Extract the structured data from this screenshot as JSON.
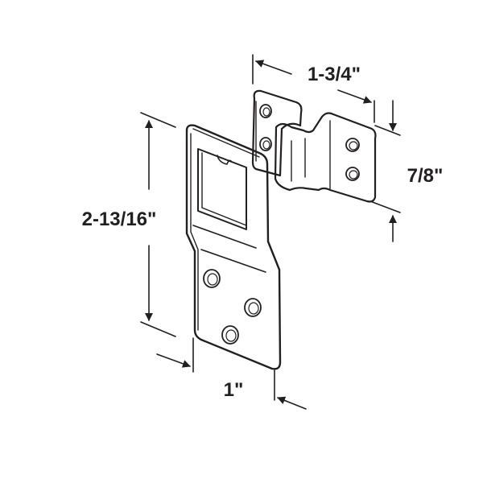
{
  "diagram": {
    "subject": "metal hanger bracket with hinged mounting plate",
    "colors": {
      "line": "#231f20",
      "background": "#ffffff"
    },
    "dimensions": {
      "overall_height": "2-13/16\"",
      "plate_width": "1\"",
      "top_bracket_width": "1-3/4\"",
      "top_bracket_height": "7/8\""
    }
  }
}
